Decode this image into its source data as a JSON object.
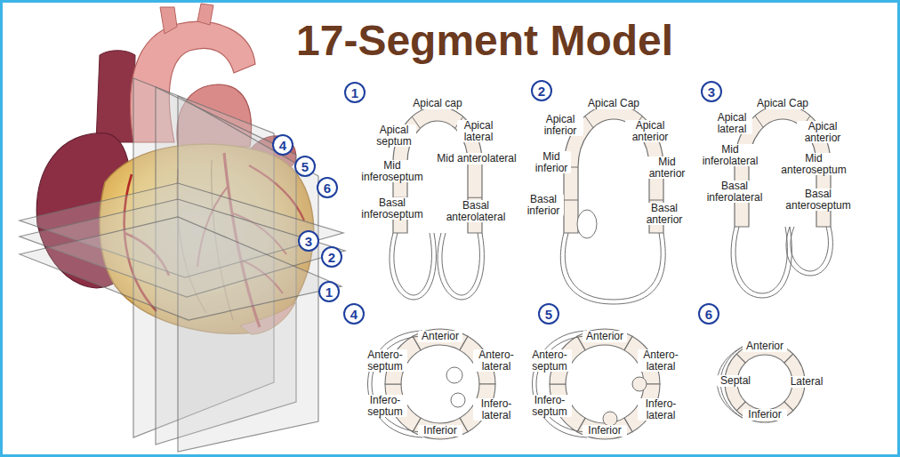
{
  "diagram": {
    "title": "17-Segment Model",
    "nodes": [
      {
        "text": [
          "1"
        ]
      },
      {
        "text": [
          "2"
        ]
      },
      {
        "text": [
          "3"
        ]
      },
      {
        "text": [
          "4"
        ]
      },
      {
        "text": [
          "5"
        ]
      },
      {
        "text": [
          "6"
        ]
      },
      {
        "text": [
          "3"
        ]
      },
      {
        "text": [
          "2"
        ]
      },
      {
        "text": [
          "1"
        ]
      },
      {
        "text": [
          "4"
        ]
      },
      {
        "text": [
          "5"
        ]
      },
      {
        "text": [
          "6"
        ]
      }
    ],
    "labels": [
      "Apical cap",
      "Apical septum",
      "Apical lateral",
      "Mid inferoseptum",
      "Mid anterolateral",
      "Basal inferoseptum",
      "Basal anterolateral",
      "Apical Cap",
      "Apical inferior",
      "Apical anterior",
      "Mid inferior",
      "Mid anterior",
      "Basal inferior",
      "Basal anterior",
      "Apical Cap",
      "Apical lateral",
      "Apical anterior",
      "Mid inferolateral",
      "Mid anteroseptum",
      "Basal inferolateral",
      "Basal anteroseptum",
      "Anterior",
      "Antero-septum",
      "Antero-lateral",
      "Infero-septum",
      "Infero-lateral",
      "Inferior",
      "Anterior",
      "Antero-septum",
      "Antero-lateral",
      "Infero-septum",
      "Infero-lateral",
      "Inferior",
      "Anterior",
      "Septal",
      "Lateral",
      "Inferior"
    ]
  }
}
